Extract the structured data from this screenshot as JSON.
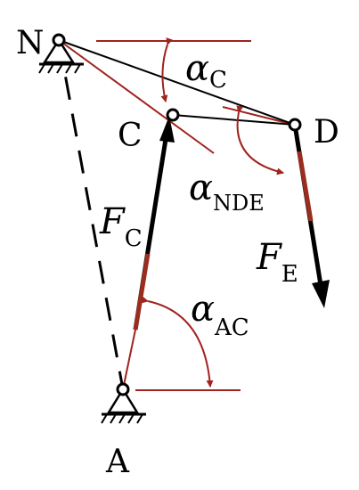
{
  "labels": {
    "N": "N",
    "C": "C",
    "D": "D",
    "A": "A"
  },
  "symbols": {
    "alpha_C": {
      "symbol": "α",
      "sub": "C"
    },
    "alpha_NDE": {
      "symbol": "α",
      "sub": "NDE"
    },
    "alpha_AC": {
      "symbol": "α",
      "sub": "AC"
    },
    "F_C": {
      "symbol": "F",
      "sub": "C"
    },
    "F_E": {
      "symbol": "F",
      "sub": "E"
    }
  },
  "colors": {
    "link": "#000000",
    "construction": "#a0231e",
    "force_segment": "#9b2d1f"
  }
}
